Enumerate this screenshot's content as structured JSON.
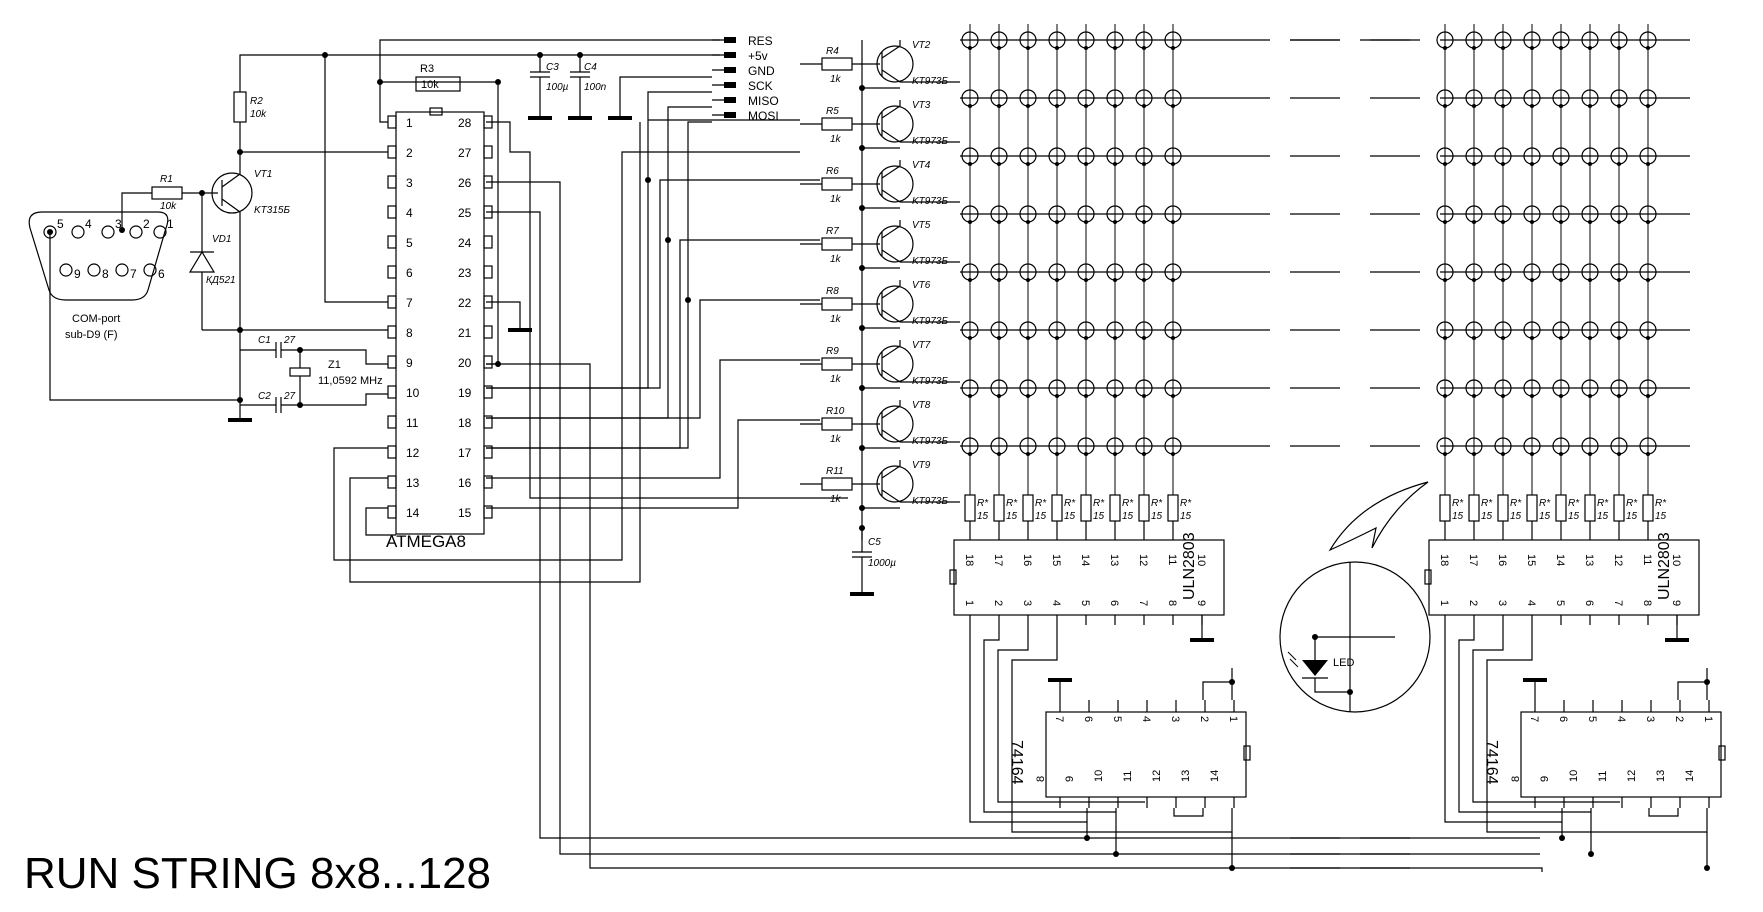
{
  "title": "RUN STRING 8x8...128",
  "connector": {
    "name": "COM-port",
    "type": "sub-D9 (F)",
    "pins_top": [
      "5",
      "4",
      "3",
      "2",
      "1"
    ],
    "pins_bottom": [
      "9",
      "8",
      "7",
      "6"
    ]
  },
  "mcu": {
    "name": "ATMEGA8",
    "left_pins": [
      "1",
      "2",
      "3",
      "4",
      "5",
      "6",
      "7",
      "8",
      "9",
      "10",
      "11",
      "12",
      "13",
      "14"
    ],
    "right_pins": [
      "28",
      "27",
      "26",
      "25",
      "24",
      "23",
      "22",
      "21",
      "20",
      "19",
      "18",
      "17",
      "16",
      "15"
    ]
  },
  "isp_header": [
    "RES",
    "+5v",
    "GND",
    "SCK",
    "MISO",
    "MOSI"
  ],
  "components": {
    "R1": {
      "ref": "R1",
      "value": "10k"
    },
    "R2": {
      "ref": "R2",
      "value": "10k"
    },
    "R3": {
      "ref": "R3",
      "value": "10k"
    },
    "VT1": {
      "ref": "VT1",
      "value": "KT315Б"
    },
    "VD1": {
      "ref": "VD1",
      "value": "КД521"
    },
    "C1": {
      "ref": "C1",
      "value": "27"
    },
    "C2": {
      "ref": "C2",
      "value": "27"
    },
    "C3": {
      "ref": "C3",
      "value": "100µ"
    },
    "C4": {
      "ref": "C4",
      "value": "100n"
    },
    "C5": {
      "ref": "C5",
      "value": "1000µ"
    },
    "Z1": {
      "ref": "Z1",
      "value": "11,0592 MHz"
    }
  },
  "row_drivers": [
    {
      "r": "R4",
      "rv": "1k",
      "vt": "VT2",
      "tv": "KT973Б"
    },
    {
      "r": "R5",
      "rv": "1k",
      "vt": "VT3",
      "tv": "KT973Б"
    },
    {
      "r": "R6",
      "rv": "1k",
      "vt": "VT4",
      "tv": "KT973Б"
    },
    {
      "r": "R7",
      "rv": "1k",
      "vt": "VT5",
      "tv": "KT973Б"
    },
    {
      "r": "R8",
      "rv": "1k",
      "vt": "VT6",
      "tv": "KT973Б"
    },
    {
      "r": "R9",
      "rv": "1k",
      "vt": "VT7",
      "tv": "KT973Б"
    },
    {
      "r": "R10",
      "rv": "1k",
      "vt": "VT8",
      "tv": "KT973Б"
    },
    {
      "r": "R11",
      "rv": "1k",
      "vt": "VT9",
      "tv": "KT973Б"
    }
  ],
  "column_resistors": {
    "ref": "R*",
    "value": "15"
  },
  "uln": {
    "name": "ULN2803",
    "top_pins": [
      "18",
      "17",
      "16",
      "15",
      "14",
      "13",
      "12",
      "11",
      "10"
    ],
    "bottom_pins": [
      "1",
      "2",
      "3",
      "4",
      "5",
      "6",
      "7",
      "8",
      "9"
    ]
  },
  "shift": {
    "name": "74164",
    "top_pins": [
      "7",
      "6",
      "5",
      "4",
      "3",
      "2",
      "1"
    ],
    "bottom_pins": [
      "8",
      "9",
      "10",
      "11",
      "12",
      "13",
      "14"
    ]
  },
  "led_label": "LED"
}
